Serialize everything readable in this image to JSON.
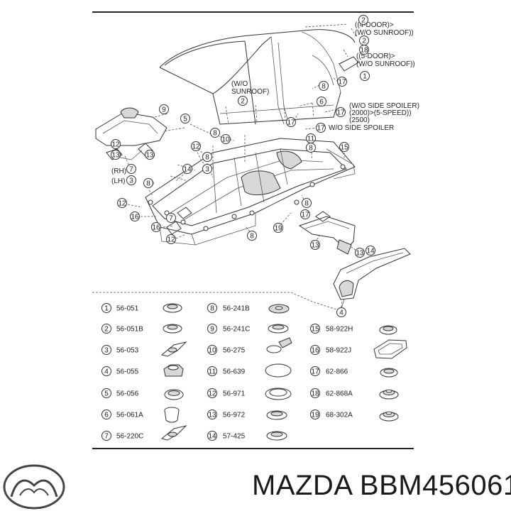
{
  "annotations": {
    "door4": "((4-DOOR)>",
    "wo_sunroof1": "(W/O SUNROOF))",
    "door5": "((5-DOOR)>",
    "wo_sunroof2": "(W/O SUNROOF))",
    "wo": "(W/O",
    "sunroof": "SUNROOF)",
    "wo_side_spoiler": "(W/O SIDE SPOILER)",
    "year_speed": "(2000)>(5-SPEED))",
    "code_2500": "(2500)",
    "wo_side_spoiler2": "W/O SIDE SPOILER",
    "rh": "(RH)",
    "lh": "(LH)"
  },
  "callouts": [
    "1",
    "2",
    "3",
    "4",
    "5",
    "6",
    "7",
    "8",
    "9",
    "10",
    "11",
    "12",
    "13",
    "14",
    "15",
    "16",
    "17",
    "18",
    "19"
  ],
  "parts": [
    {
      "n": "1",
      "code": "56-051"
    },
    {
      "n": "2",
      "code": "56-051B"
    },
    {
      "n": "3",
      "code": "56-053"
    },
    {
      "n": "4",
      "code": "56-055"
    },
    {
      "n": "5",
      "code": "56-056"
    },
    {
      "n": "6",
      "code": "56-061A"
    },
    {
      "n": "7",
      "code": "56-220C"
    },
    {
      "n": "8",
      "code": "56-241B"
    },
    {
      "n": "9",
      "code": "56-241C"
    },
    {
      "n": "10",
      "code": "56-275"
    },
    {
      "n": "11",
      "code": "56-639"
    },
    {
      "n": "12",
      "code": "56-971"
    },
    {
      "n": "13",
      "code": "56-972"
    },
    {
      "n": "14",
      "code": "57-425"
    },
    {
      "n": "15",
      "code": "58-922H"
    },
    {
      "n": "16",
      "code": "58-922J"
    },
    {
      "n": "17",
      "code": "62-866"
    },
    {
      "n": "18",
      "code": "62-868A"
    },
    {
      "n": "19",
      "code": "68-302A"
    }
  ],
  "brand": {
    "name": "MAZDA",
    "part_number": "BBM456061",
    "logo_icon": "mazda-logo-icon"
  }
}
